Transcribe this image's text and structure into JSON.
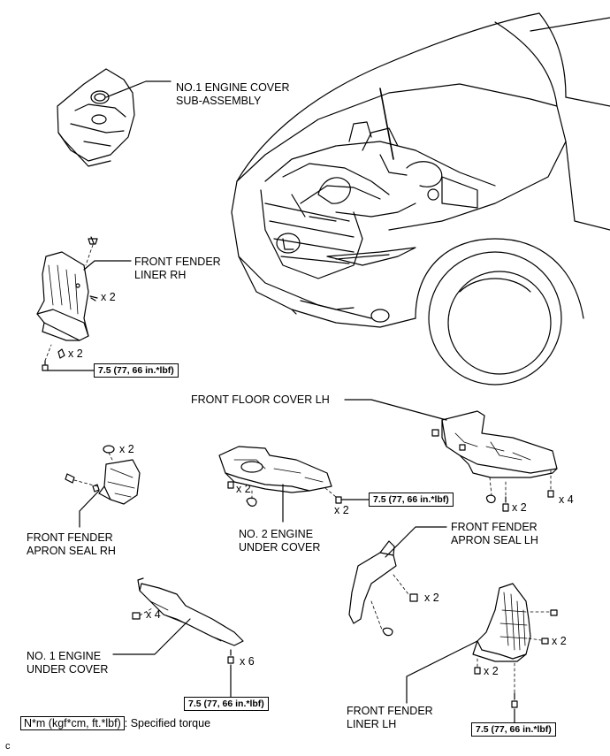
{
  "labels": {
    "engine_cover": [
      "NO.1 ENGINE COVER",
      "SUB-ASSEMBLY"
    ],
    "fender_liner_rh": [
      "FRONT FENDER",
      "LINER RH"
    ],
    "floor_cover_lh": [
      "FRONT FLOOR COVER LH"
    ],
    "apron_seal_rh": [
      "FRONT FENDER",
      "APRON SEAL RH"
    ],
    "no2_under_cover": [
      "NO. 2 ENGINE",
      "UNDER COVER"
    ],
    "apron_seal_lh": [
      "FRONT FENDER",
      "APRON SEAL LH"
    ],
    "no1_under_cover": [
      "NO. 1 ENGINE",
      "UNDER COVER"
    ],
    "fender_liner_lh": [
      "FRONT FENDER",
      "LINER LH"
    ]
  },
  "quantities": {
    "liner_rh_upper": "x 2",
    "liner_rh_lower": "x 2",
    "apron_rh": "x 2",
    "no2_left": "x 2",
    "no2_right": "x 2",
    "floor_lh_mid": "x 2",
    "floor_lh_right": "x 4",
    "apron_lh": "x 2",
    "no1_left": "x 4",
    "no1_bottom": "x 6",
    "liner_lh_right": "x 2",
    "liner_lh_lower": "x 2"
  },
  "torque_spec": "7.5 (77, 66 in.*lbf)",
  "legend": {
    "unit": "N*m (kgf*cm, ft.*lbf)",
    "text": ": Specified torque"
  },
  "figure_code": "c"
}
